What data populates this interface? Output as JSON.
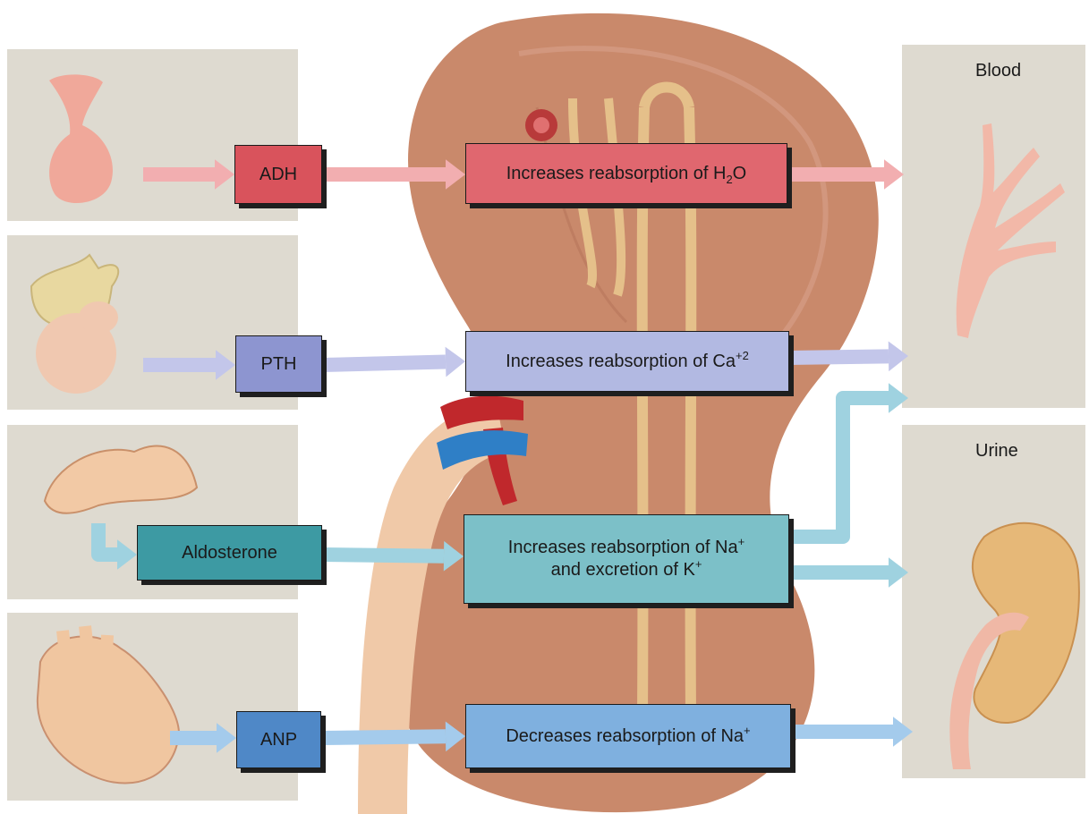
{
  "hormones": [
    {
      "label": "ADH"
    },
    {
      "label": "PTH"
    },
    {
      "label": "Aldosterone"
    },
    {
      "label": "ANP"
    }
  ],
  "effects": {
    "adh": {
      "prefix": "Increases reabsorption of H",
      "sub": "2",
      "suffix": "O"
    },
    "pth": {
      "prefix": "Increases reabsorption of Ca",
      "sup": "+2"
    },
    "aldosterone": {
      "line1": "Increases reabsorption of Na",
      "line1_sup": "+",
      "line2": "and excretion of K",
      "line2_sup": "+"
    },
    "anp": {
      "prefix": "Decreases reabsorption of Na",
      "sup": "+"
    }
  },
  "destinations": {
    "blood": "Blood",
    "urine": "Urine"
  },
  "colors": {
    "adh_box": "#d9535c",
    "adh_effect": "#e0676f",
    "adh_arrow": "#f2aeb0",
    "pth_box": "#8d95d0",
    "pth_effect": "#b2b9e2",
    "pth_arrow": "#c3c6ea",
    "aldo_box": "#3d9aa3",
    "aldo_effect": "#7cc0c8",
    "aldo_arrow": "#9fd2e0",
    "anp_box": "#4f88c7",
    "anp_effect": "#7fb0df",
    "anp_arrow": "#a4cbec",
    "panel": "#dedad0",
    "kidney": "#c9896b"
  }
}
